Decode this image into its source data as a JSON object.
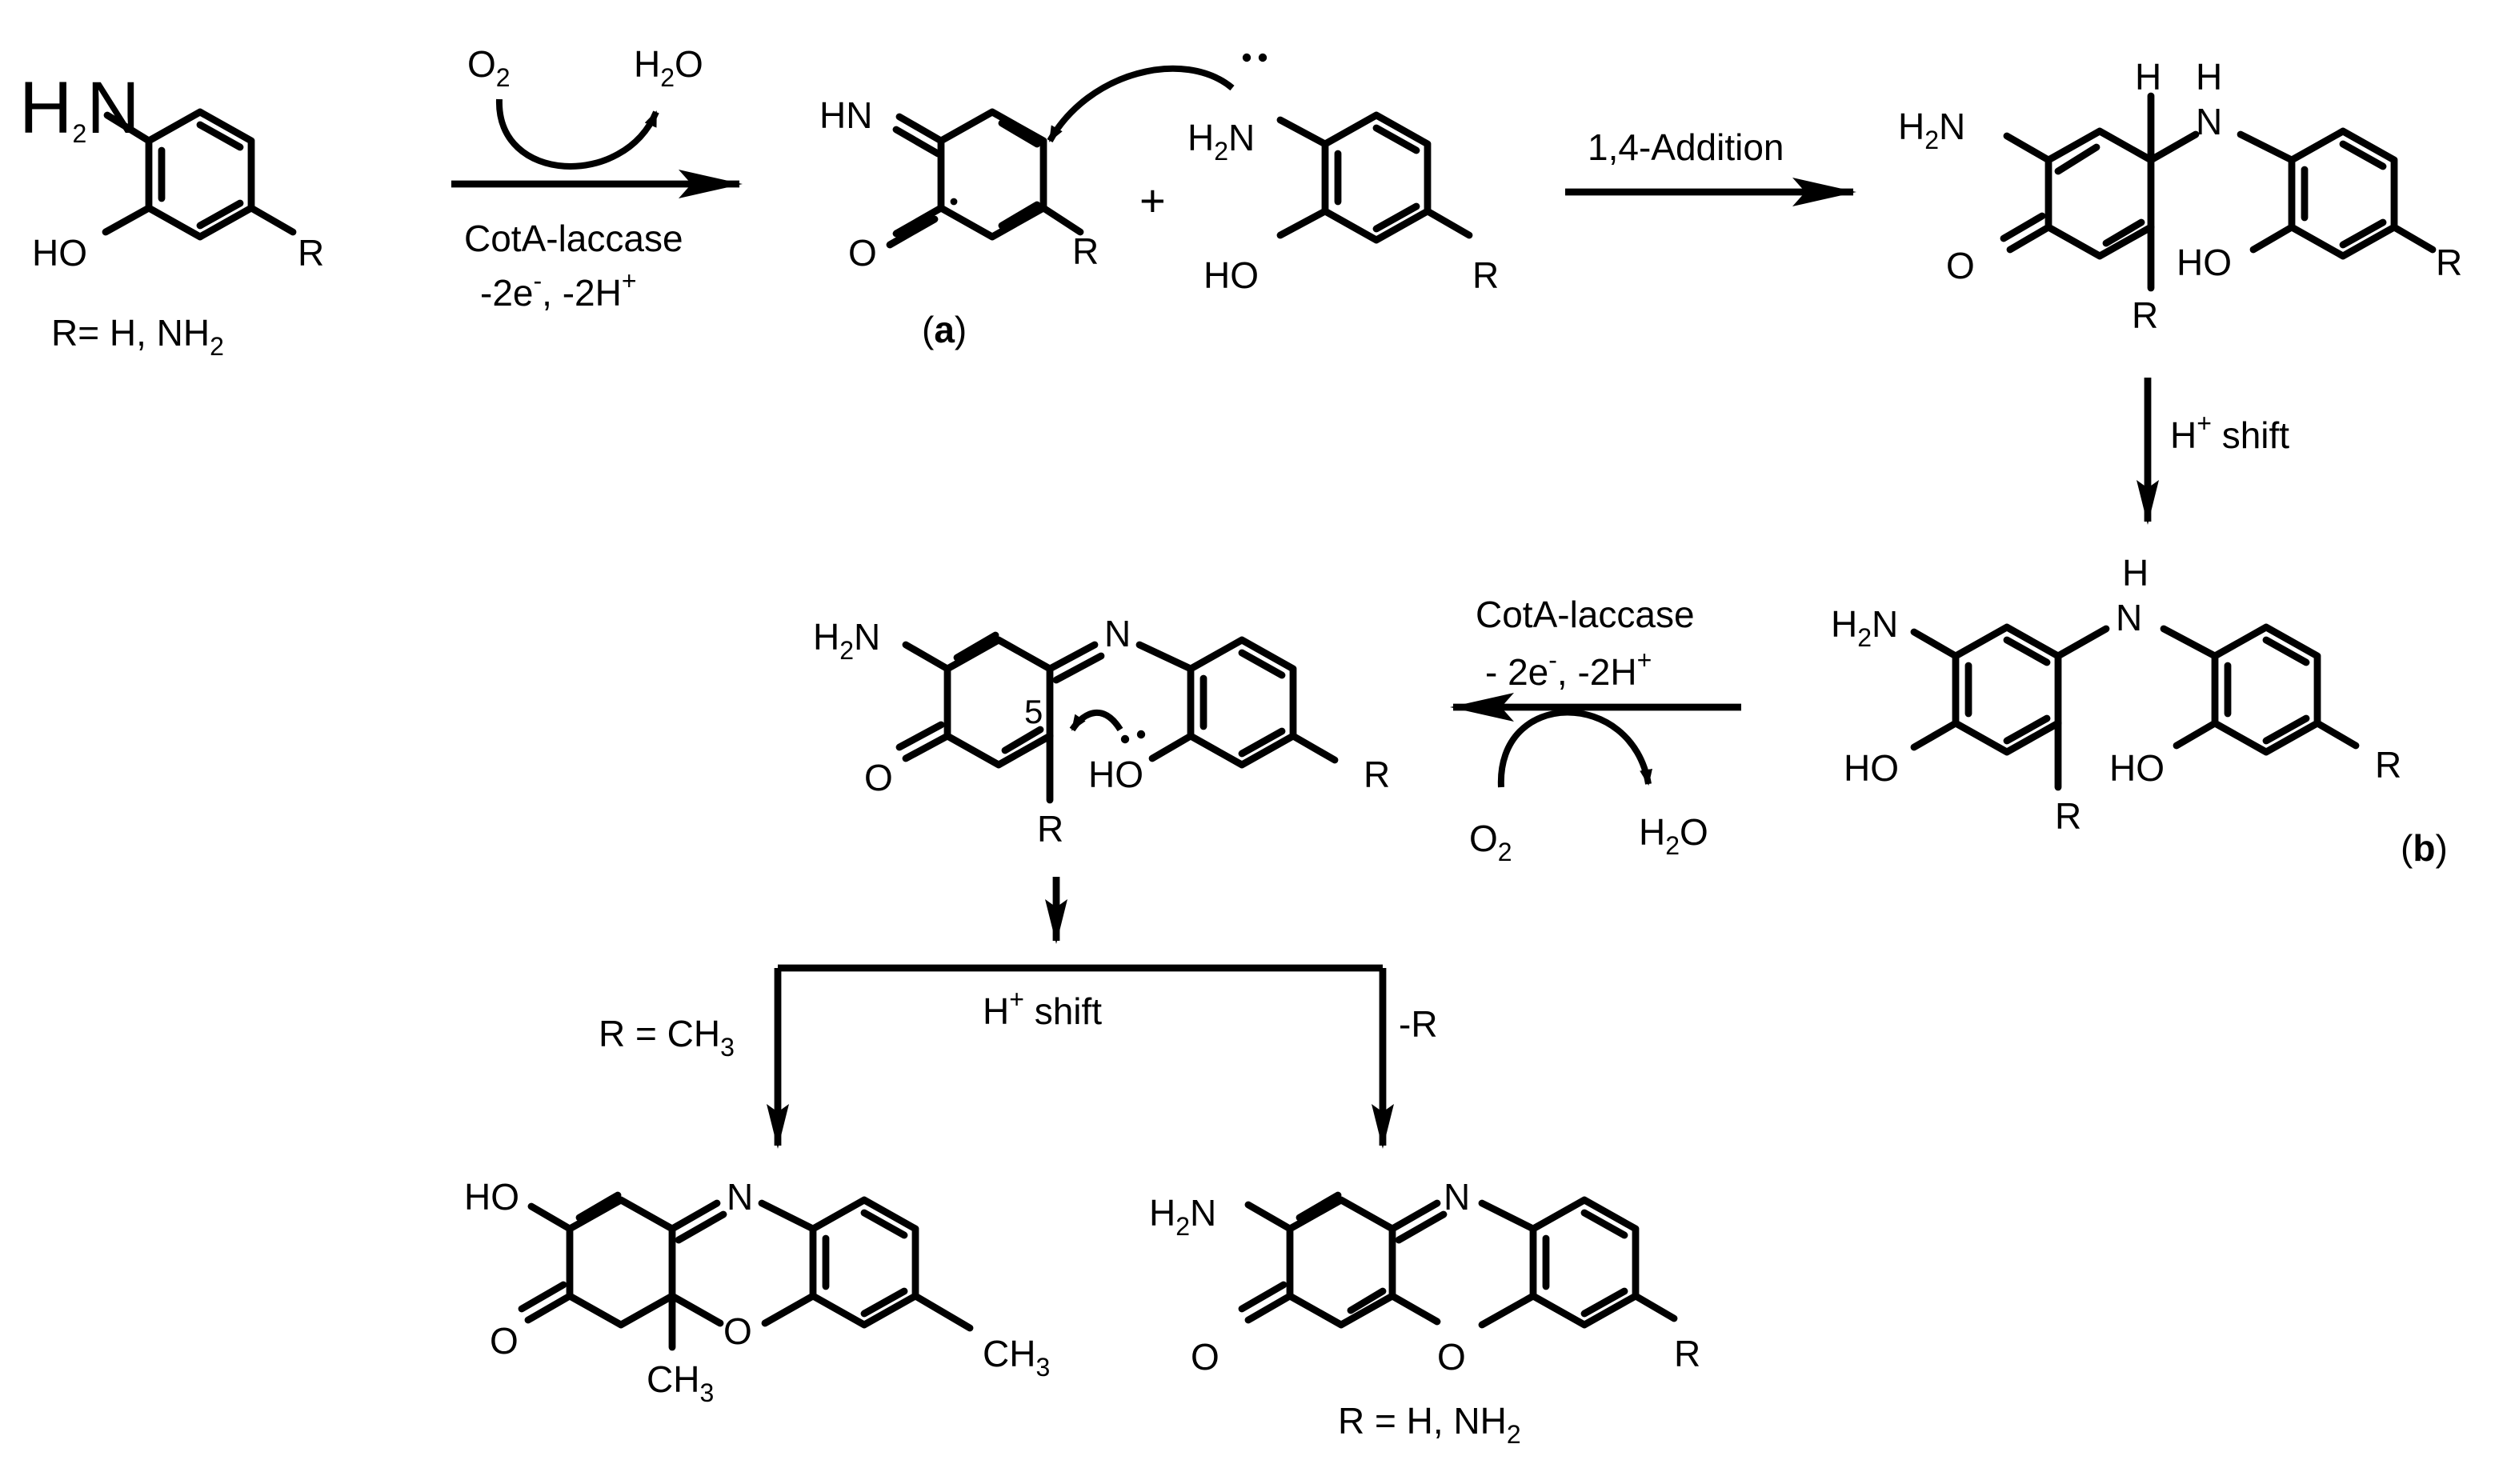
{
  "reagents": {
    "o2": "O",
    "o2_sub": "2",
    "h2o_h": "H",
    "h2o_sub": "2",
    "h2o_o": "O",
    "enzyme": "CotA-laccase",
    "loss_1": "-2e",
    "loss_1_sup": "-",
    "loss_2": ", -2H",
    "loss_2_sup": "+",
    "enzyme_2": "CotA-laccase",
    "loss_3": "- 2e",
    "loss_3_sup": "-",
    "loss_4": ", -2H",
    "loss_4_sup": "+"
  },
  "steps": {
    "addition": "1,4-Addition",
    "hshift": "H",
    "hshift_sup": "+",
    "hshift_word": " shift",
    "plus": "+"
  },
  "atoms": {
    "h2n_h": "H",
    "h2n_2": "2",
    "h2n_n": "N",
    "ho": "HO",
    "hn": "HN",
    "h": "H",
    "n": "N",
    "o": "O",
    "r": "R",
    "ch3": "CH",
    "ch3_sub": "3",
    "five": "5"
  },
  "labels": {
    "r_def_1": "R= H, NH",
    "r_def_1_sub": "2",
    "compound_a": "a",
    "compound_b": "b",
    "branch_left": "R = CH",
    "branch_left_sub": "3",
    "branch_right": "-R",
    "r_def_2": "R = H, NH",
    "r_def_2_sub": "2"
  }
}
